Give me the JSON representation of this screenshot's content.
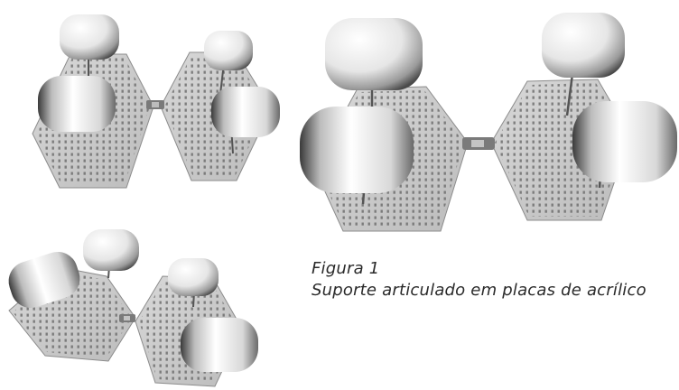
{
  "caption": {
    "label": "Figura 1",
    "text": "Suporte articulado em placas de acrílico"
  },
  "colors": {
    "plate": "#c9c9c9",
    "plate_edge": "#8c8c8c",
    "peg": "#6e6e6e",
    "pad_light": "#ffffff",
    "pad_shadow": "#3a3a3a",
    "text": "#2a2a2a"
  },
  "figures": [
    {
      "name": "render-small-top-left"
    },
    {
      "name": "render-large-right"
    },
    {
      "name": "render-small-bottom-left"
    }
  ]
}
